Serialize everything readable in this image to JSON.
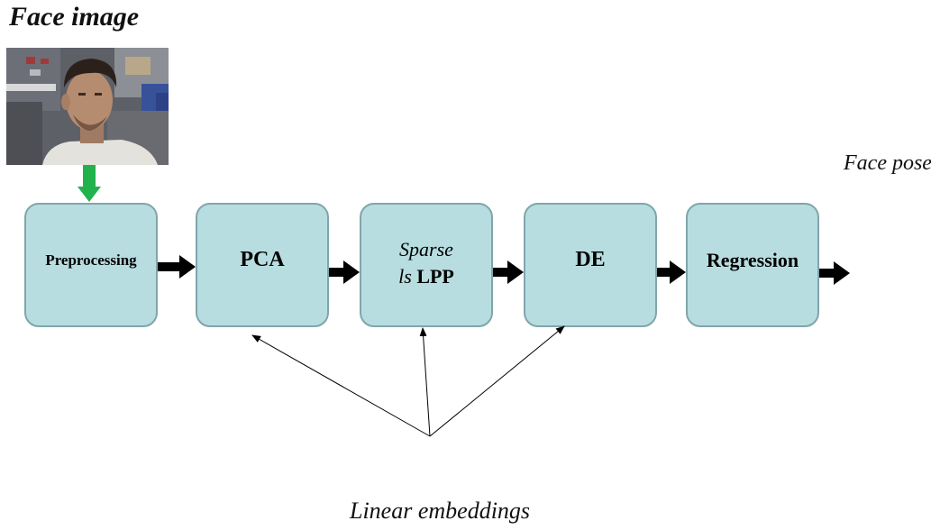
{
  "title": "Face image",
  "output_label": "Face pose",
  "caption": "Linear embeddings",
  "stages": {
    "preprocessing": "Preprocessing",
    "pca": "PCA",
    "sparse_line1": "Sparse",
    "sparse_ls": "ls",
    "sparse_lpp": "LPP",
    "de": "DE",
    "regression": "Regression"
  },
  "colors": {
    "box_fill": "#b7dde0",
    "box_border": "#7fa6ab",
    "input_arrow": "#22b24c",
    "flow_arrow": "#000000"
  }
}
